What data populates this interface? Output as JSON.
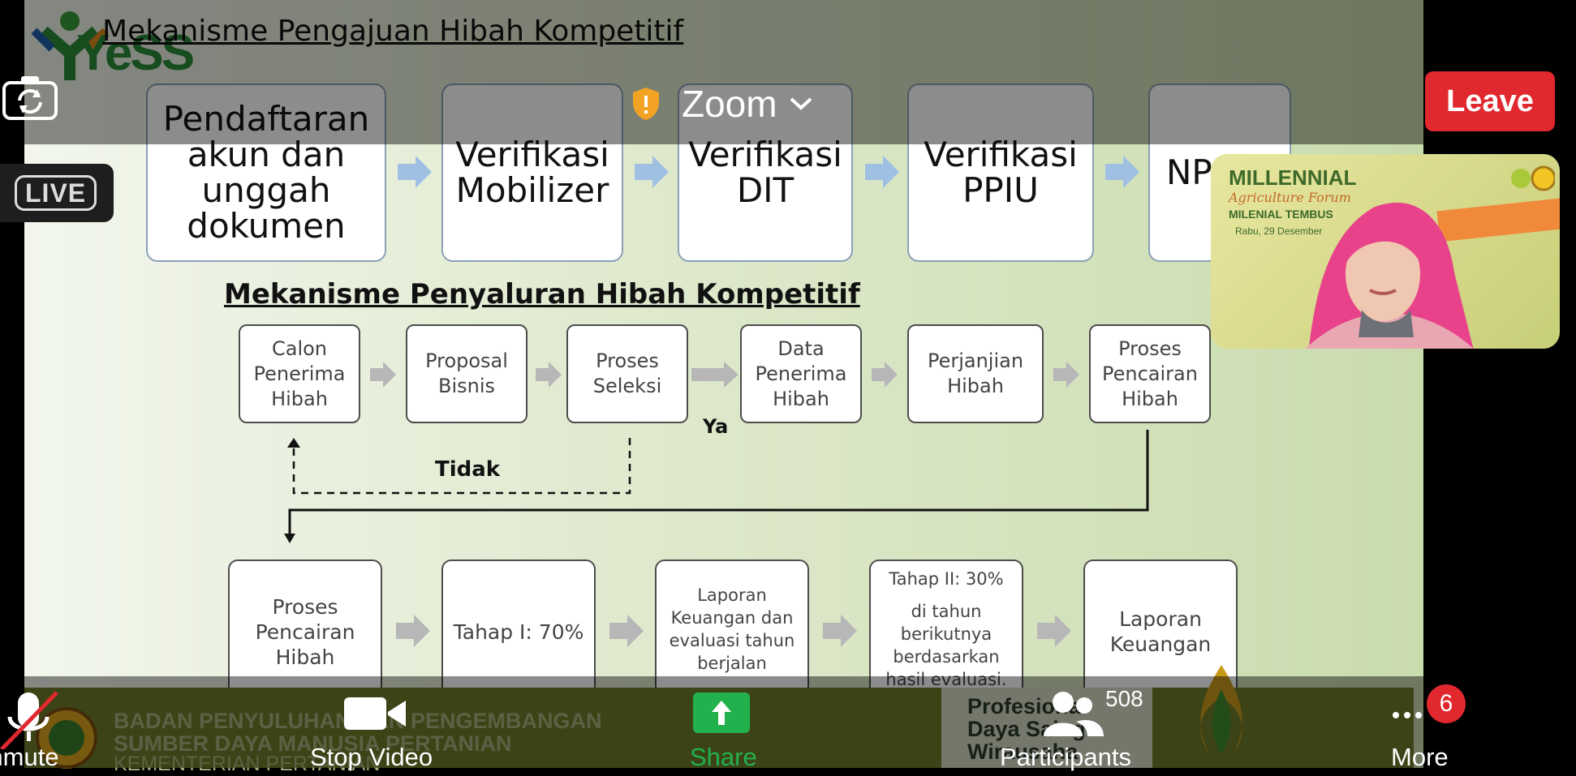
{
  "window": {
    "app_name": "Zoom"
  },
  "controls": {
    "leave": "Leave",
    "live": "LIVE",
    "unmute": "Unmute",
    "stop_video": "Stop Video",
    "share": "Share",
    "participants": "Participants",
    "participants_count": "508",
    "more": "More",
    "more_badge": "6",
    "share_color": "#22b14c",
    "leave_color": "#e0282e"
  },
  "slide": {
    "logo_text": "YeSS",
    "title_top": "Mekanisme Pengajuan Hibah Kompetitif",
    "top_steps": [
      "Pendaftaran akun dan unggah dokumen",
      "Verifikasi Mobilizer",
      "Verifikasi DIT",
      "Verifikasi PPIU",
      "NP"
    ],
    "title_mid": "Mekanisme Penyaluran Hibah Kompetitif",
    "mid_steps": [
      "Calon Penerima Hibah",
      "Proposal Bisnis",
      "Proses Seleksi",
      "Data Penerima Hibah",
      "Perjanjian Hibah",
      "Proses Pencairan Hibah"
    ],
    "yes_label": "Ya",
    "no_label": "Tidak",
    "bottom_steps": [
      "Proses Pencairan Hibah",
      "Tahap I: 70%",
      "Laporan Keuangan dan evaluasi tahun berjalan",
      "Tahap II: 30%",
      "di tahun berikutnya berdasarkan hasil evaluasi.",
      "Laporan Keuangan"
    ],
    "banner_line1": "BADAN PENYULUHAN DAN PENGEMBANGAN",
    "banner_line2": "SUMBER DAYA MANUSIA PERTANIAN",
    "banner_line3": "KEMENTERIAN PERTANIAN",
    "banner_right": [
      "Profesional",
      "Daya Saing",
      "Wirausaha"
    ]
  },
  "video_tile": {
    "title": "MILLENNIAL",
    "subtitle": "Agriculture Forum",
    "line": "MILENIAL TEMBUS",
    "date": "Rabu, 29 Desember"
  }
}
